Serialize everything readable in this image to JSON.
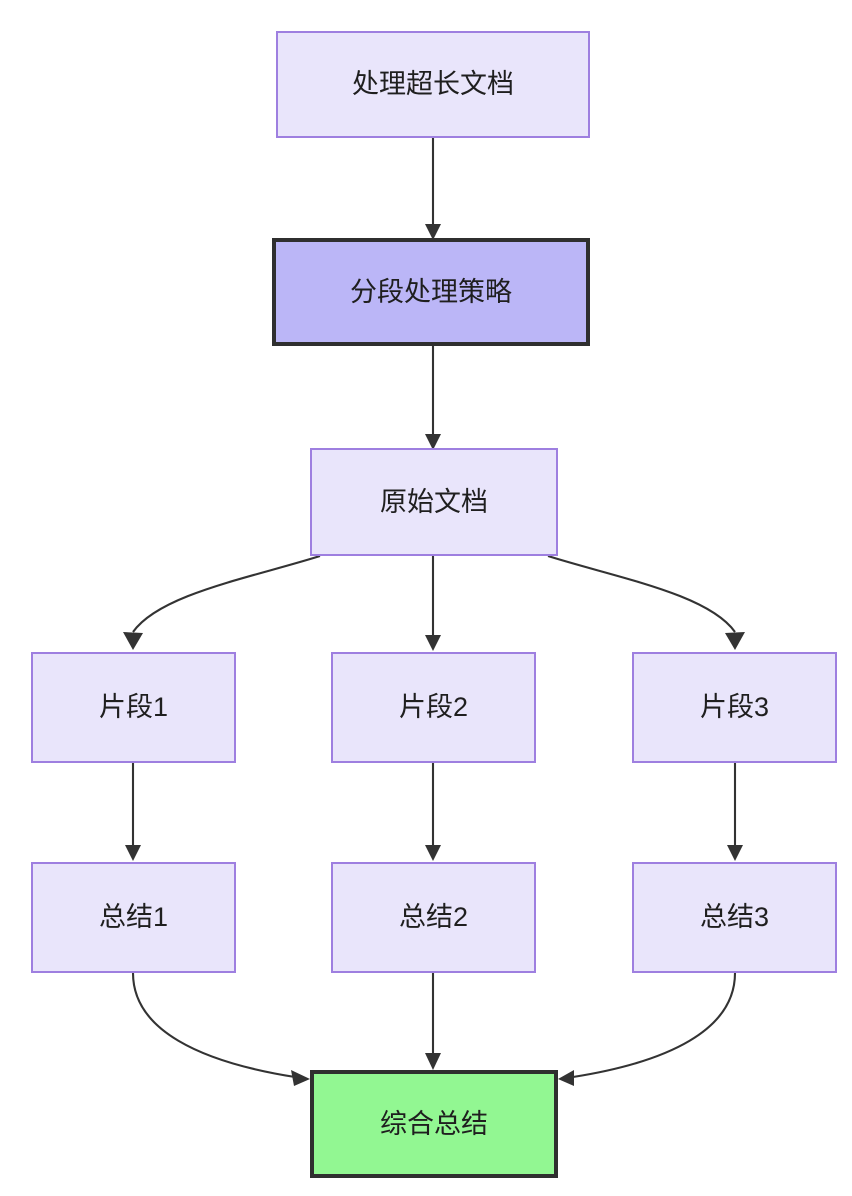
{
  "diagram": {
    "type": "flowchart",
    "direction": "top-down",
    "background_color": "#ffffff",
    "title_text": "",
    "node_styles": {
      "light": {
        "fill": "#e9e5fb",
        "stroke": "#9e7fe0",
        "text": "#1f1f1f"
      },
      "accent": {
        "fill": "#bbb6f7",
        "stroke": "#2f2f2f",
        "text": "#1f1f1f"
      },
      "success": {
        "fill": "#92f792",
        "stroke": "#2f2f2f",
        "text": "#1f1f1f"
      }
    },
    "edge_color": "#333333",
    "nodes": [
      {
        "id": "n1",
        "label": "处理超长文档",
        "style": "light"
      },
      {
        "id": "n2",
        "label": "分段处理策略",
        "style": "accent"
      },
      {
        "id": "n3",
        "label": "原始文档",
        "style": "light"
      },
      {
        "id": "n4",
        "label": "片段1",
        "style": "light"
      },
      {
        "id": "n5",
        "label": "片段2",
        "style": "light"
      },
      {
        "id": "n6",
        "label": "片段3",
        "style": "light"
      },
      {
        "id": "n7",
        "label": "总结1",
        "style": "light"
      },
      {
        "id": "n8",
        "label": "总结2",
        "style": "light"
      },
      {
        "id": "n9",
        "label": "总结3",
        "style": "light"
      },
      {
        "id": "n10",
        "label": "综合总结",
        "style": "success"
      }
    ],
    "edges": [
      {
        "from": "n1",
        "to": "n2"
      },
      {
        "from": "n2",
        "to": "n3"
      },
      {
        "from": "n3",
        "to": "n4"
      },
      {
        "from": "n3",
        "to": "n5"
      },
      {
        "from": "n3",
        "to": "n6"
      },
      {
        "from": "n4",
        "to": "n7"
      },
      {
        "from": "n5",
        "to": "n8"
      },
      {
        "from": "n6",
        "to": "n9"
      },
      {
        "from": "n7",
        "to": "n10"
      },
      {
        "from": "n8",
        "to": "n10"
      },
      {
        "from": "n9",
        "to": "n10"
      }
    ]
  }
}
